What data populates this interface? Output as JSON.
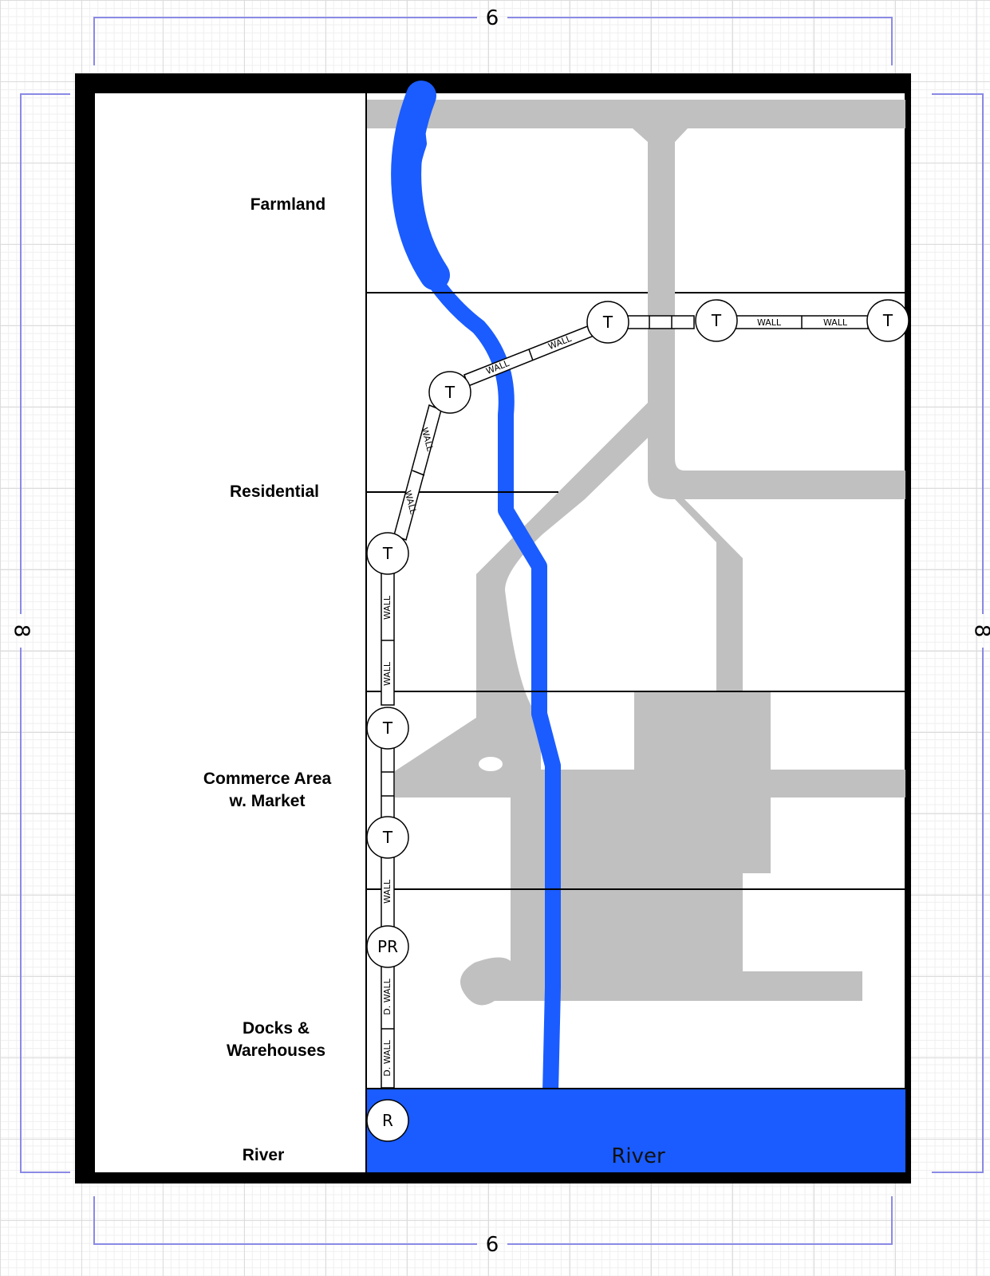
{
  "dimensions": {
    "top": "6",
    "bottom": "6",
    "left": "8",
    "right": "8"
  },
  "zones": [
    {
      "id": "farmland",
      "lines": [
        "Farmland"
      ]
    },
    {
      "id": "residential",
      "lines": [
        "Residential"
      ]
    },
    {
      "id": "commerce",
      "lines": [
        "Commerce Area",
        "w. Market"
      ]
    },
    {
      "id": "docks",
      "lines": [
        "Docks &",
        "Warehouses"
      ]
    },
    {
      "id": "river",
      "lines": [
        "River"
      ]
    }
  ],
  "river_label": "River",
  "wall_labels": {
    "wall": "WALL",
    "dock_wall": "D. WALL"
  },
  "towers": {
    "t": "T",
    "pr": "PR",
    "r": "R"
  },
  "colors": {
    "river": "#1a5cff",
    "road": "#c0c0c0",
    "frame": "#000000",
    "dimension_line": "#8a8ae6"
  }
}
